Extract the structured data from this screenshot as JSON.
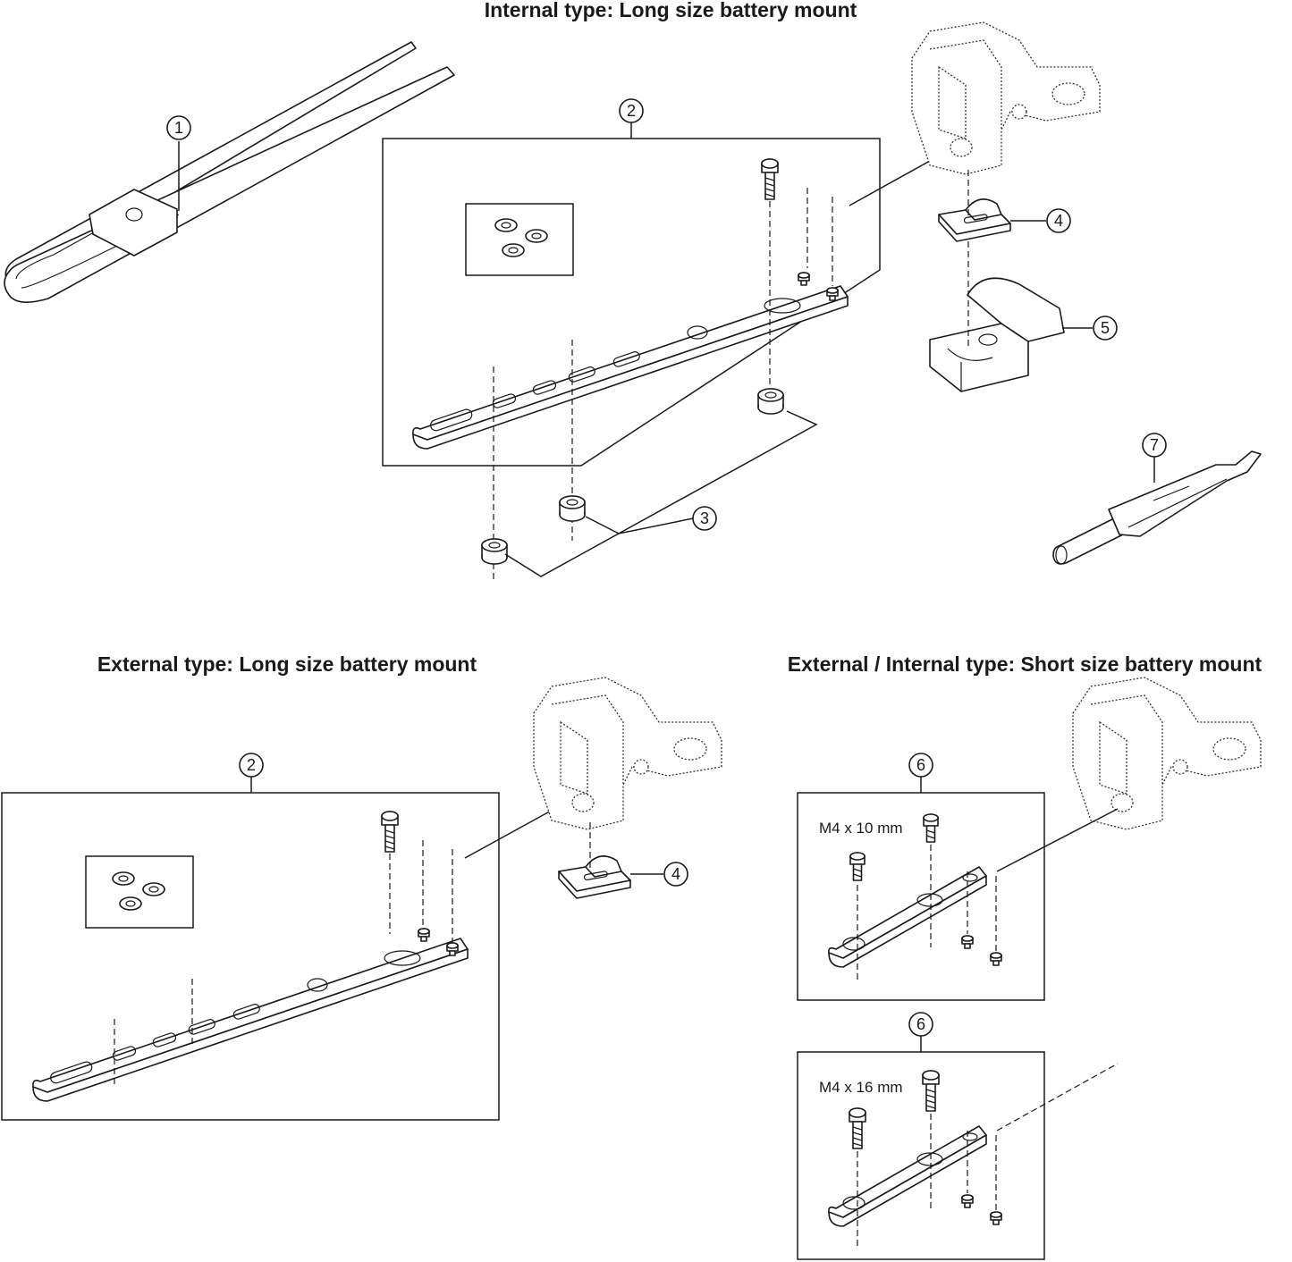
{
  "sections": {
    "internal_long": {
      "title": "Internal type: Long size battery mount"
    },
    "external_long": {
      "title": "External type: Long size battery mount"
    },
    "short_mount": {
      "title": "External / Internal type: Short size battery mount",
      "spec_10mm": "M4 x 10 mm",
      "spec_16mm": "M4 x 16 mm"
    }
  },
  "callouts": {
    "c1": "1",
    "c2a": "2",
    "c3": "3",
    "c4a": "4",
    "c5": "5",
    "c7": "7",
    "c2b": "2",
    "c4b": "4",
    "c6a": "6",
    "c6b": "6"
  }
}
